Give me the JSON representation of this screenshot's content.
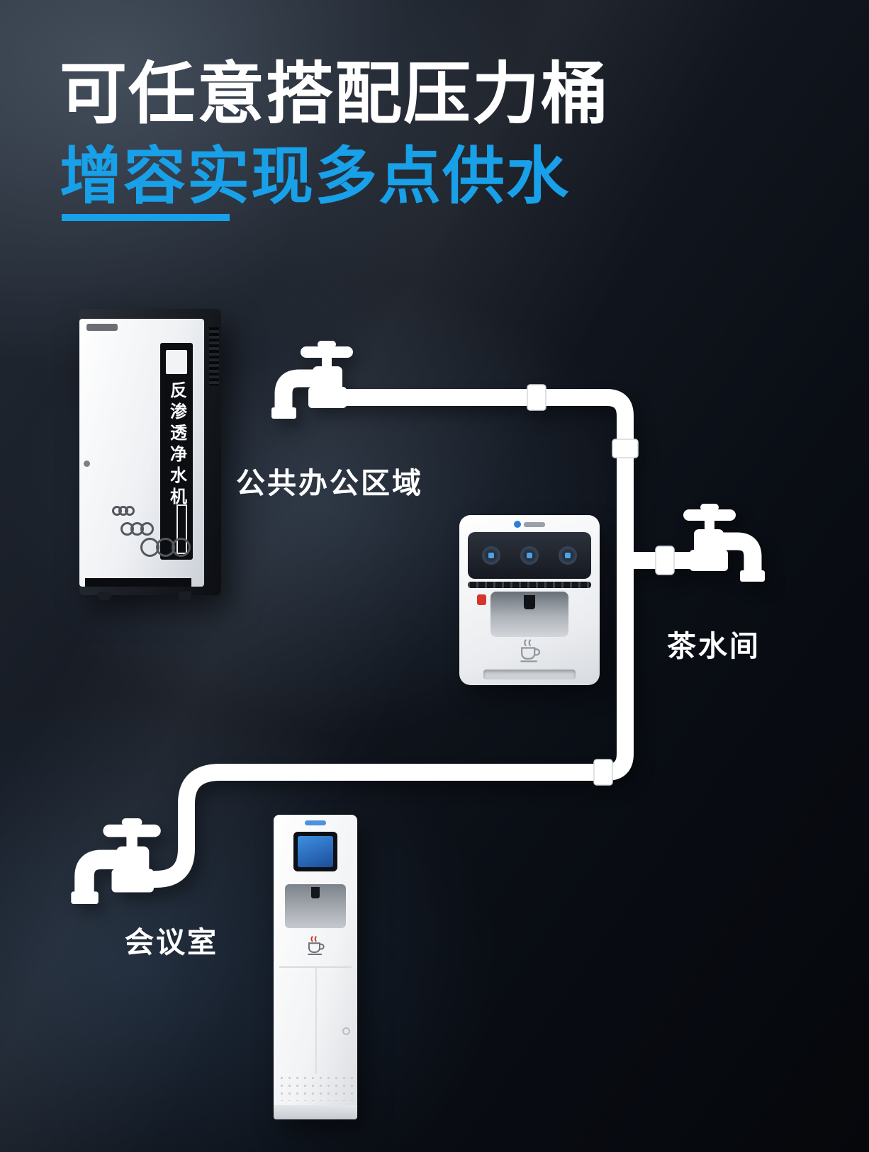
{
  "page": {
    "title": "可任意搭配压力桶",
    "subtitle": "增容实现多点供水"
  },
  "diagram": {
    "source_machine": {
      "label": "反渗透净水机"
    },
    "points": [
      {
        "label": "公共办公区域"
      },
      {
        "label": "茶水间"
      },
      {
        "label": "会议室"
      }
    ]
  },
  "icons": [
    "faucet-icon",
    "cup-icon",
    "hot-water-warning-icon",
    "brand-logo"
  ],
  "colors": {
    "accent_blue": "#18A0E8",
    "pipe_white": "#FFFFFF",
    "background_dark": "#0A0E15"
  }
}
